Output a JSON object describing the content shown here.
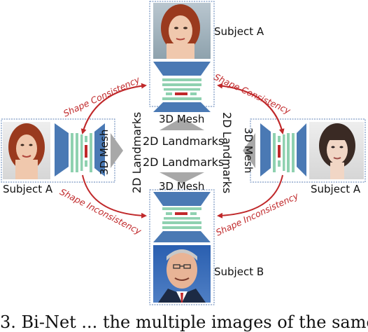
{
  "labels": {
    "subject_a_top": "Subject A",
    "subject_a_left": "Subject A",
    "subject_a_right": "Subject A",
    "subject_b": "Subject B",
    "mesh_top": "3D Mesh",
    "mesh_bottom": "3D Mesh",
    "mesh_left": "3D Mesh",
    "mesh_right": "3D Mesh",
    "landmarks_h1": "2D Landmarks",
    "landmarks_h2": "2D Landmarks",
    "landmarks_v_left": "2D Landmarks",
    "landmarks_v_right": "2D Landmarks",
    "shape_consistency_left": "Shape Consistency",
    "shape_consistency_right": "Shape Consistency",
    "shape_inconsistency_left": "Shape Inconsistency",
    "shape_inconsistency_right": "Shape Inconsistency"
  },
  "caption": "3. Bi-Net ... the multiple images of the same",
  "colors": {
    "network_blue": "#4a79b4",
    "feature_green": "#8fd1b0",
    "feature_red": "#c0292b",
    "arrow_red": "#c0292b",
    "triangle_gray": "#a8a8a8",
    "frame_blue": "#5b7fb5"
  }
}
